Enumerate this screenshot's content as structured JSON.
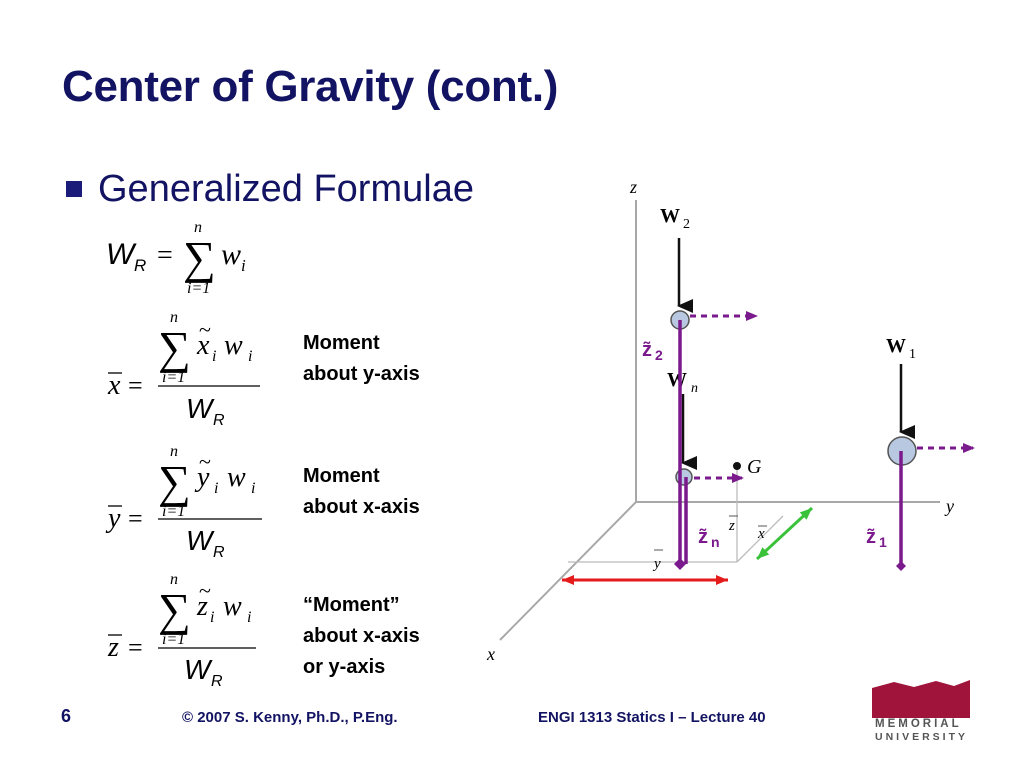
{
  "slide": {
    "title": "Center of Gravity (cont.)",
    "bullet": "Generalized Formulae"
  },
  "formula_wr": {
    "lhs": "W",
    "lhs_sub": "R",
    "eq": "=",
    "sum_top": "n",
    "sum_bottom": "i=1",
    "term": "w",
    "term_sub": "i"
  },
  "formula_x": {
    "lhs": "x",
    "eq": "=",
    "sum_top": "n",
    "sum_bottom": "i=1",
    "coord": "x",
    "coord_sub": "i",
    "weight": "w",
    "weight_sub": "i",
    "den": "W",
    "den_sub": "R",
    "label": [
      "Moment",
      "about y-axis"
    ]
  },
  "formula_y": {
    "lhs": "y",
    "eq": "=",
    "sum_top": "n",
    "sum_bottom": "i=1",
    "coord": "y",
    "coord_sub": "i",
    "weight": "w",
    "weight_sub": "i",
    "den": "W",
    "den_sub": "R",
    "label": [
      "Moment",
      "about x-axis"
    ]
  },
  "formula_z": {
    "lhs": "z",
    "eq": "=",
    "sum_top": "n",
    "sum_bottom": "i=1",
    "coord": "z",
    "coord_sub": "i",
    "weight": "w",
    "weight_sub": "i",
    "den": "W",
    "den_sub": "R",
    "label": [
      "“Moment”",
      "about x-axis",
      "or y-axis"
    ]
  },
  "diagram": {
    "axis_z": "z",
    "axis_y": "y",
    "axis_x": "x",
    "w2": "W",
    "w2_sub": "2",
    "w1": "W",
    "w1_sub": "1",
    "wn": "W",
    "wn_sub": "n",
    "g": "G",
    "z_bar": "z",
    "x_bar": "x",
    "y_bar": "y",
    "z2_label": "z̃",
    "z2_sub": "2",
    "zn_label": "z̃",
    "zn_sub": "n",
    "z1_label": "z̃",
    "z1_sub": "1",
    "colors": {
      "purple": "#7a1a8c",
      "red": "#e51a1a",
      "green": "#3ac23a",
      "axis": "#a8a8a8"
    }
  },
  "footer": {
    "page": "6",
    "copyright": "© 2007 S. Kenny, Ph.D., P.Eng.",
    "course": "ENGI 1313 Statics I – Lecture 40"
  },
  "logo": {
    "line1": "MEMORIAL",
    "line2": "UNIVERSITY",
    "color": "#a0143c"
  }
}
